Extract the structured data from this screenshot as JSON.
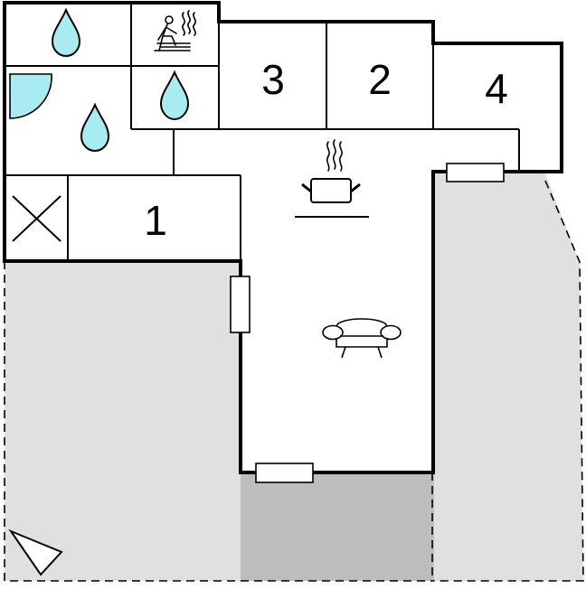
{
  "plan": {
    "rooms": [
      {
        "id": "bedroom-1",
        "label": "1"
      },
      {
        "id": "bedroom-2",
        "label": "2"
      },
      {
        "id": "bedroom-3",
        "label": "3"
      },
      {
        "id": "bedroom-4",
        "label": "4"
      }
    ],
    "icons": [
      "water-drop-icon",
      "sauna-icon",
      "shower-icon",
      "cooking-pot-icon",
      "armchair-icon",
      "x-mark-icon",
      "compass-triangle-icon"
    ],
    "colors": {
      "wall": "#000000",
      "water": "#a8ecf2",
      "terrace": "#e0e0e0",
      "patio": "#bdbdbd",
      "background": "#ffffff"
    }
  }
}
